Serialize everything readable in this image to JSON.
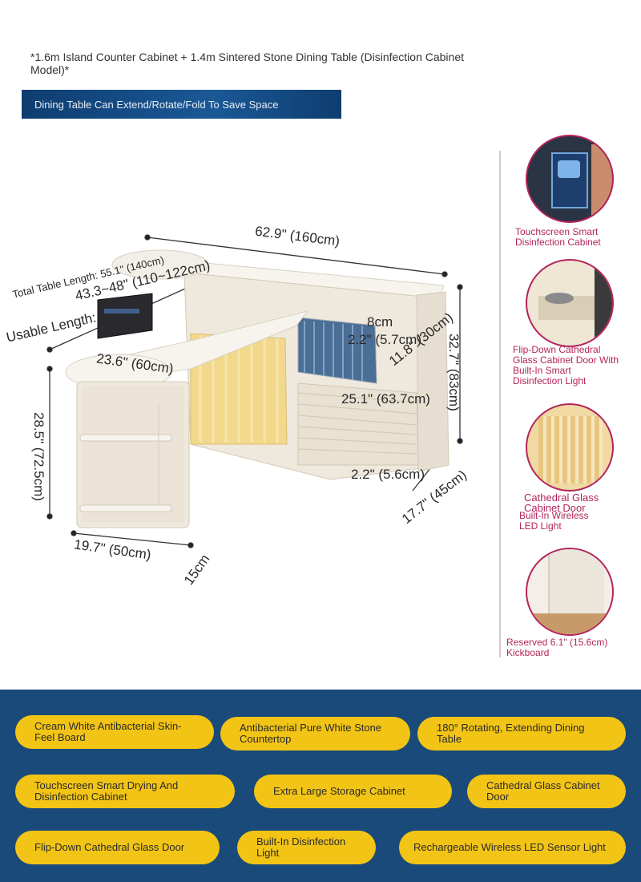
{
  "header": {
    "title": "*1.6m Island Counter Cabinet + 1.4m Sintered Stone Dining Table (Disinfection Cabinet Model)*",
    "banner": "Dining Table Can Extend/Rotate/Fold To Save Space"
  },
  "dimensions": {
    "total_width": "62.9\" (160cm)",
    "total_table_length": "Total Table Length: 55.1\" (140cm)",
    "usable_length": "Usable Length:",
    "usable_range": "43.3~48\" (110~122cm)",
    "depth_8cm": "8cm",
    "gap_top": "2.2\" (5.7cm)",
    "drawer_height": "11.8\" (30cm)",
    "height": "32.7\" (83cm)",
    "table_width": "23.6\" (60cm)",
    "drawer_width": "25.1\" (63.7cm)",
    "gap_bottom": "2.2\" (5.6cm)",
    "cabinet_depth": "17.7\" (45cm)",
    "table_height": "28.5\" (72.5cm)",
    "leg_width": "19.7\" (50cm)",
    "leg_depth": "15cm"
  },
  "features": [
    {
      "label": "Touchscreen Smart Disinfection Cabinet"
    },
    {
      "label": "Flip-Down Cathedral Glass Cabinet Door With Built-In Smart Disinfection Light"
    },
    {
      "label_a": "Cathedral Glass Cabinet Door",
      "label_b": "Built-In Wireless LED Light"
    },
    {
      "label": "Reserved 6.1\" (15.6cm) Kickboard"
    }
  ],
  "pills": [
    "Cream White Antibacterial Skin-Feel Board",
    "Antibacterial Pure White Stone Countertop",
    "180° Rotating, Extending Dining Table",
    "Touchscreen Smart Drying And Disinfection Cabinet",
    "Extra Large Storage Cabinet",
    "Cathedral Glass Cabinet Door",
    "Flip-Down Cathedral Glass Door",
    "Built-In Disinfection Light",
    "Rechargeable Wireless LED Sensor Light"
  ],
  "colors": {
    "banner": "#1a5896",
    "bottom_bg": "#1a4a7a",
    "pill": "#f2c415",
    "accent": "#b4245b",
    "cabinet": "#efe9dd"
  }
}
